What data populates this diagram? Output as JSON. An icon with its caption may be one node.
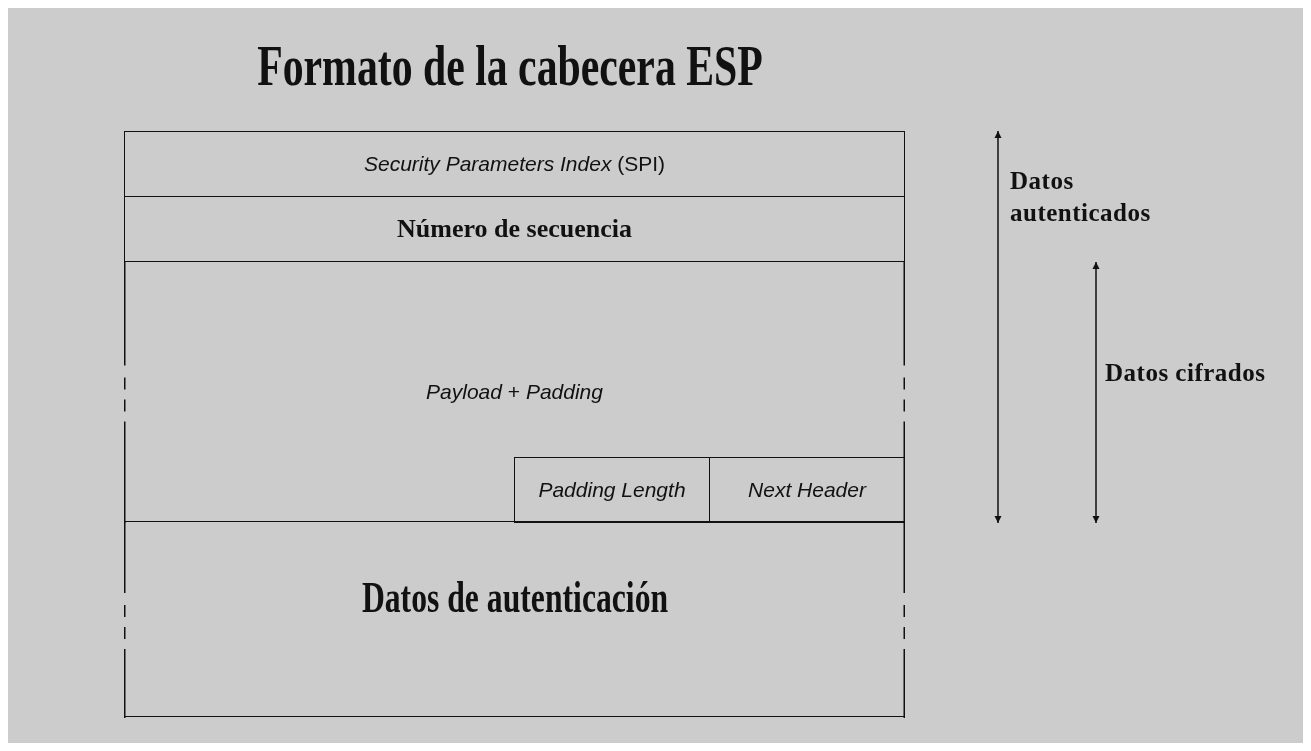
{
  "diagram": {
    "title": "Formato de la cabecera ESP",
    "nodes": [
      {
        "text": [
          "*Security Parameters Index* (SPI)"
        ]
      },
      {
        "text": [
          "Número de secuencia"
        ]
      },
      {
        "text": [
          "*Payload* + *Padding*"
        ]
      },
      {
        "text": [
          "Padding Length"
        ],
        "in": 2
      },
      {
        "text": [
          "Next Header"
        ],
        "in": 2
      },
      {
        "text": [
          "Datos de autenticación"
        ]
      }
    ],
    "edges": [],
    "labels": [
      "Datos autenticados",
      "Datos cifrados"
    ]
  }
}
